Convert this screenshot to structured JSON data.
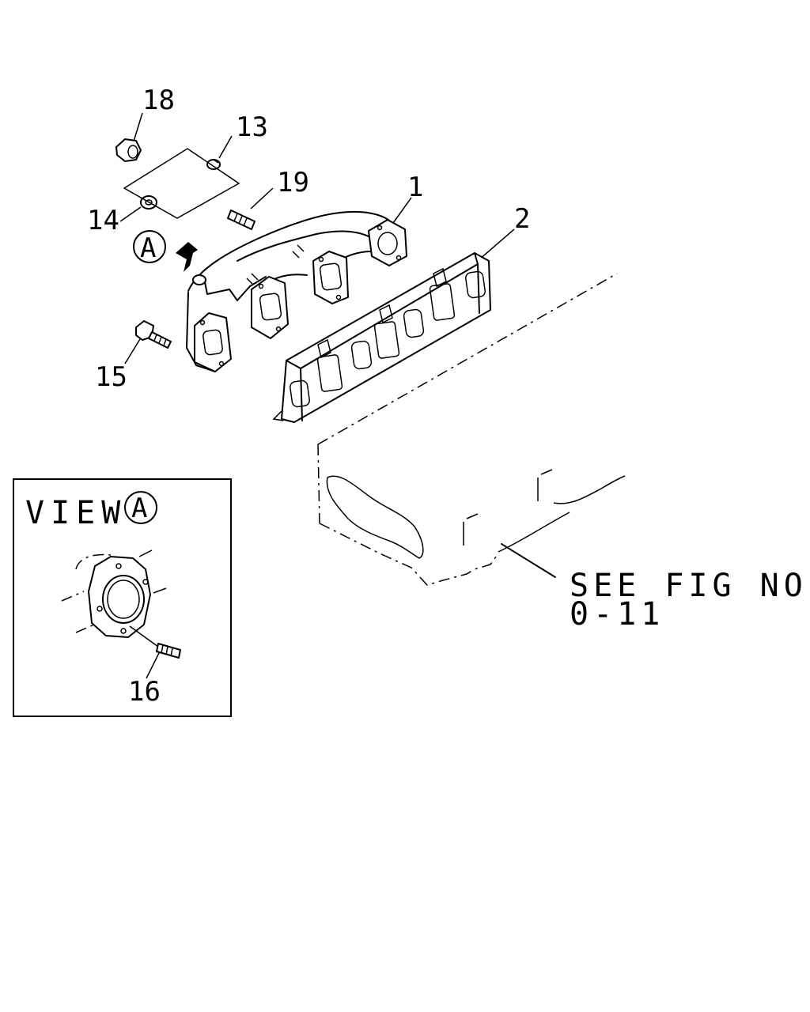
{
  "callouts": [
    {
      "id": "c18",
      "text": "18"
    },
    {
      "id": "c13",
      "text": "13"
    },
    {
      "id": "c19",
      "text": "19"
    },
    {
      "id": "c14",
      "text": "14"
    },
    {
      "id": "c1",
      "text": "1"
    },
    {
      "id": "c2",
      "text": "2"
    },
    {
      "id": "c15",
      "text": "15"
    },
    {
      "id": "c16",
      "text": "16"
    }
  ],
  "view_marker": {
    "letter": "A"
  },
  "view_box": {
    "title": "VIEW",
    "letter": "A"
  },
  "reference": {
    "line1": "SEE FIG NO.",
    "line2": "0-11"
  }
}
